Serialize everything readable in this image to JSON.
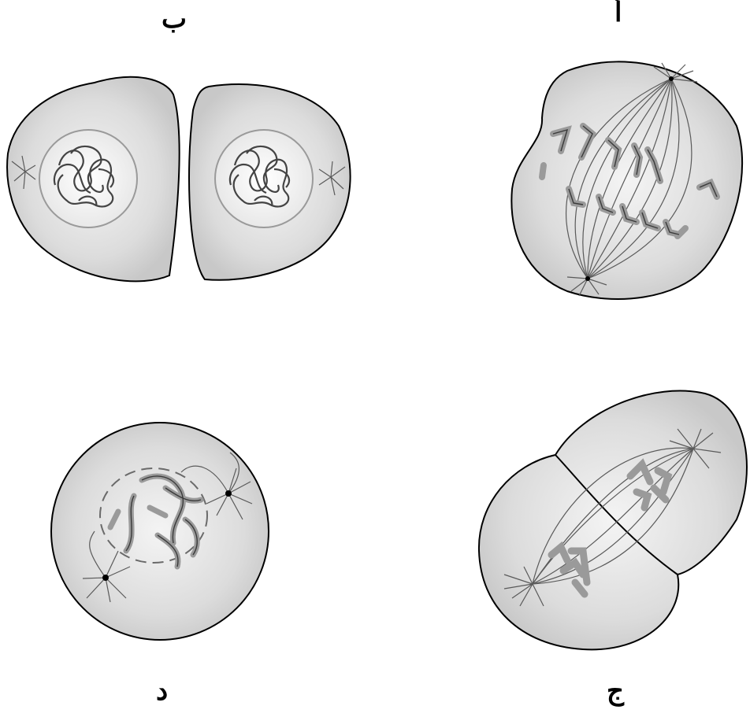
{
  "diagram": {
    "labels": {
      "a": "أ",
      "b": "ب",
      "c": "ج",
      "d": "د"
    },
    "colors": {
      "cell_fill": "#dcdcdc",
      "cell_stroke": "#000000",
      "fiber": "#5a5a5a",
      "chromosome": "#9a9a9a"
    }
  }
}
